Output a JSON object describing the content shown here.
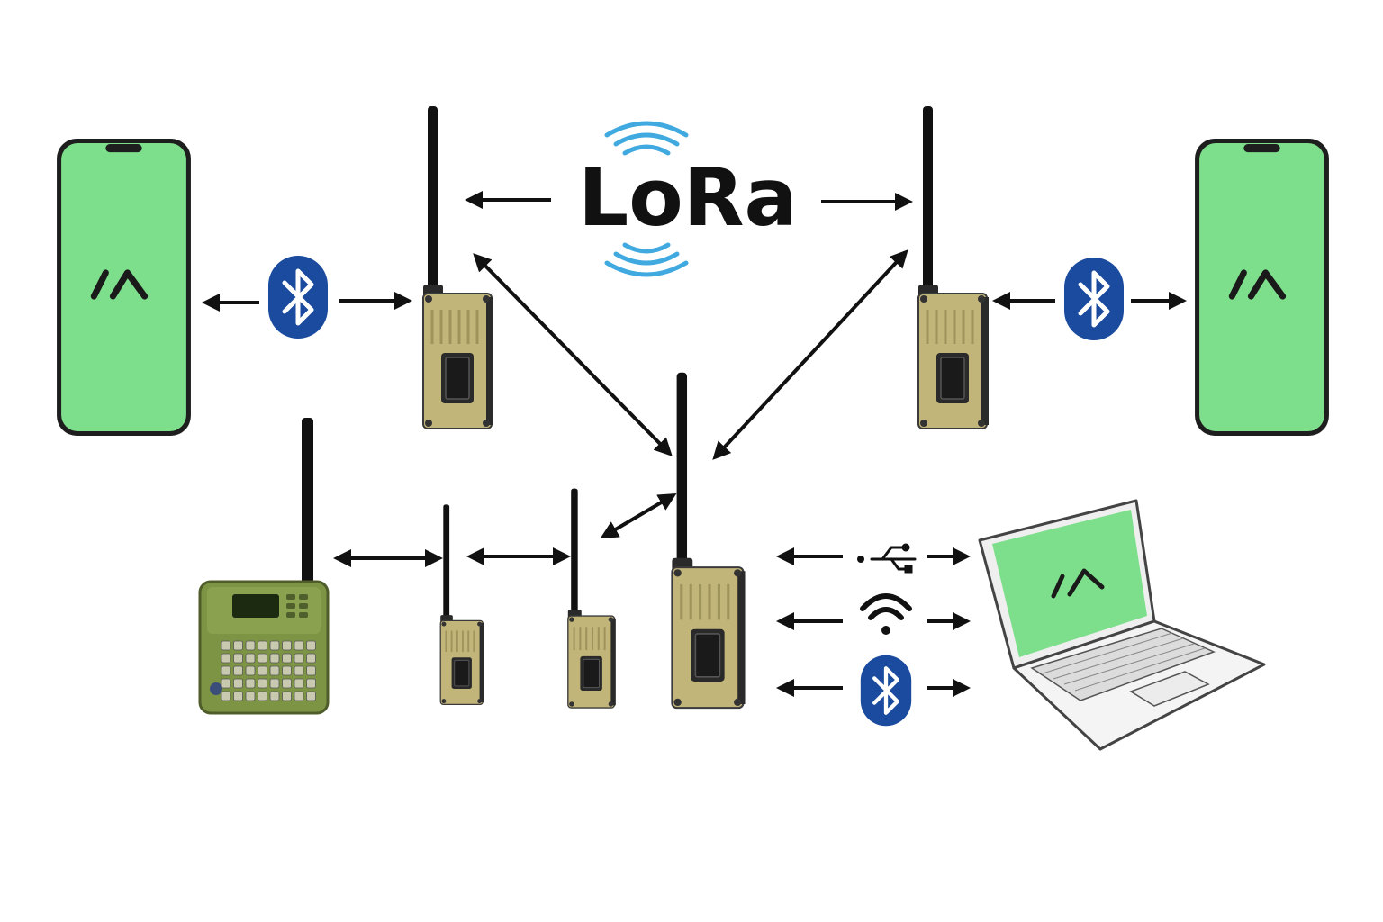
{
  "diagram": {
    "title": "LoRa",
    "colors": {
      "screen_green": "#7ddf8b",
      "phone_frame": "#1e1e1e",
      "node_body": "#c2b57a",
      "node_dark": "#2a2a2a",
      "bluetooth_blue": "#1b4b9e",
      "lora_wave_blue": "#3fa9e0",
      "keypad_green": "#7d9445",
      "arrow_color": "#111111",
      "laptop_gray": "#c8c8c8"
    },
    "nodes": [
      {
        "name": "phone-left",
        "icon": "smartphone-icon"
      },
      {
        "name": "phone-right",
        "icon": "smartphone-icon"
      },
      {
        "name": "lora-node-top-left",
        "icon": "lora-radio-icon"
      },
      {
        "name": "lora-node-top-right",
        "icon": "lora-radio-icon"
      },
      {
        "name": "lora-node-center",
        "icon": "lora-radio-icon"
      },
      {
        "name": "lora-node-small-1",
        "icon": "lora-radio-icon"
      },
      {
        "name": "lora-node-small-2",
        "icon": "lora-radio-icon"
      },
      {
        "name": "keypad-terminal",
        "icon": "keypad-radio-icon"
      },
      {
        "name": "laptop",
        "icon": "laptop-icon"
      }
    ],
    "link_icons": [
      "bluetooth-icon",
      "usb-icon",
      "wifi-icon",
      "lora-wave-icon"
    ],
    "app_logo": "app-logo-icon"
  }
}
